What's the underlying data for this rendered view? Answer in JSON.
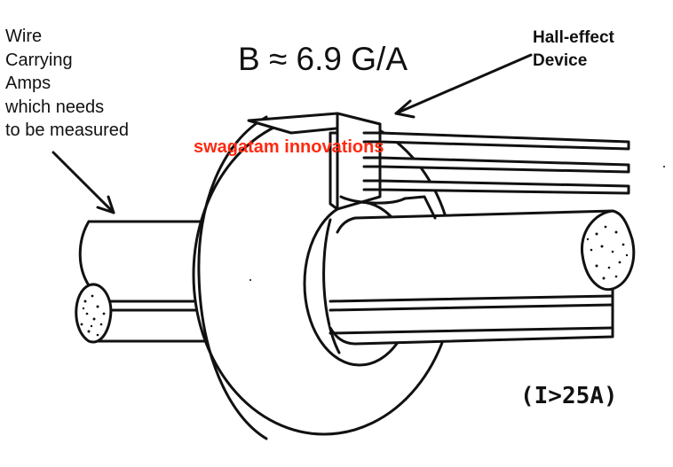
{
  "labels": {
    "wire": [
      "Wire",
      "Carrying",
      "Amps",
      "which needs",
      "to be measured"
    ],
    "formula": "B ≈ 6.9 G/A",
    "hall_device": [
      "Hall-effect",
      "Device"
    ],
    "watermark": "swagatam innovations",
    "current_note": "(I>25A)"
  },
  "colors": {
    "ink": "#111111",
    "watermark": "#ff2a10",
    "background": "#ffffff"
  }
}
